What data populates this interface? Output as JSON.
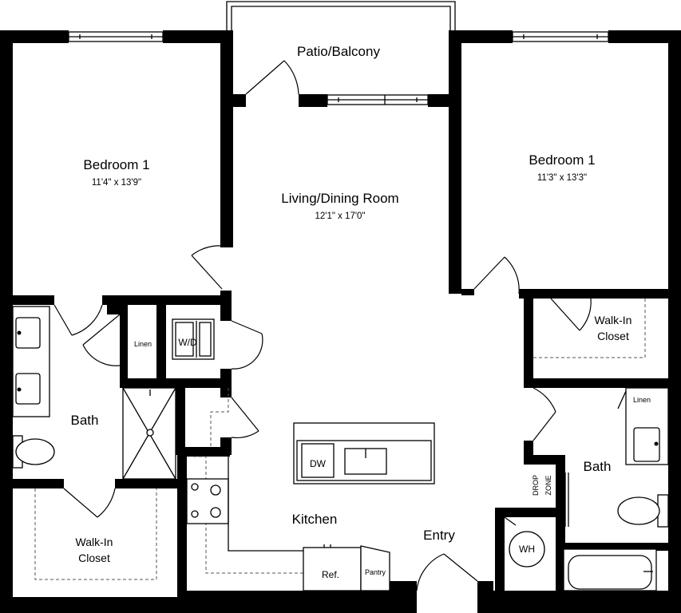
{
  "rooms": {
    "bedroom_left": {
      "name": "Bedroom  1",
      "size": "11'4\" x 13'9\""
    },
    "bedroom_right": {
      "name": "Bedroom  1",
      "size": "11'3\" x 13'3\""
    },
    "living": {
      "name": "Living/Dining Room",
      "size": "12'1\" x 17'0\""
    },
    "patio": {
      "name": "Patio/Balcony"
    },
    "bath_left": {
      "name": "Bath"
    },
    "bath_right": {
      "name": "Bath"
    },
    "kitchen": {
      "name": "Kitchen"
    },
    "entry": {
      "name": "Entry"
    },
    "closet_left": {
      "line1": "Walk-In",
      "line2": "Closet"
    },
    "closet_right": {
      "line1": "Walk-In",
      "line2": "Closet"
    }
  },
  "fixtures": {
    "linen_left": "Linen",
    "linen_right": "Linen",
    "wd": "W/D",
    "dw": "DW",
    "ref": "Ref.",
    "pantry": "Pantry",
    "wh": "WH",
    "drop_zone_1": "DROP",
    "drop_zone_2": "ZONE"
  },
  "colors": {
    "wall": "#000000",
    "background": "#ffffff",
    "dash": "#555555"
  }
}
